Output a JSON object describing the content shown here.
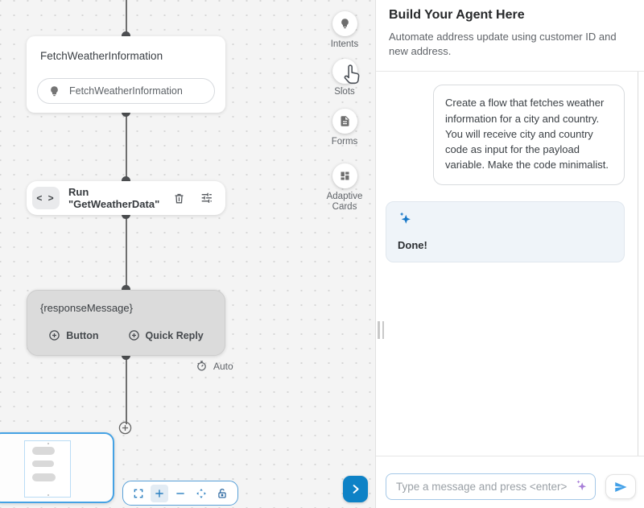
{
  "canvas": {
    "intent_node": {
      "title": "FetchWeatherInformation",
      "intent_label": "FetchWeatherInformation"
    },
    "code_node": {
      "code_glyph": "< >",
      "label": "Run \"GetWeatherData\""
    },
    "response_node": {
      "variable": "{responseMessage}",
      "button_label": "Button",
      "quick_reply_label": "Quick Reply"
    },
    "auto_label": "Auto",
    "toolbar": {
      "items": [
        {
          "icon": "lightbulb-icon",
          "label": "Intents"
        },
        {
          "icon": "slot-icon",
          "label": "Slots"
        },
        {
          "icon": "document-icon",
          "label": "Forms"
        },
        {
          "icon": "dashboard-icon",
          "label": "Adaptive Cards"
        }
      ]
    },
    "zoom_controls": {
      "icons": [
        "fit-screen-icon",
        "zoom-in-icon",
        "zoom-out-icon",
        "center-view-icon",
        "lock-icon"
      ]
    }
  },
  "panel": {
    "title": "Build Your Agent Here",
    "subtitle": "Automate address update using customer ID and new address.",
    "user_message": "Create a flow that fetches weather information for a city and country. You will receive city and country code as input for the payload variable. Make the code minimalist.",
    "agent_message": "Done!",
    "input_placeholder": "Type a message and press <enter>"
  },
  "colors": {
    "accent_blue": "#0e82c6",
    "sparkle_blue": "#1778c8",
    "sparkle_purple": "#a87fd8",
    "minimap_border": "#45a2e4",
    "node_gray": "#dbdbdb"
  }
}
